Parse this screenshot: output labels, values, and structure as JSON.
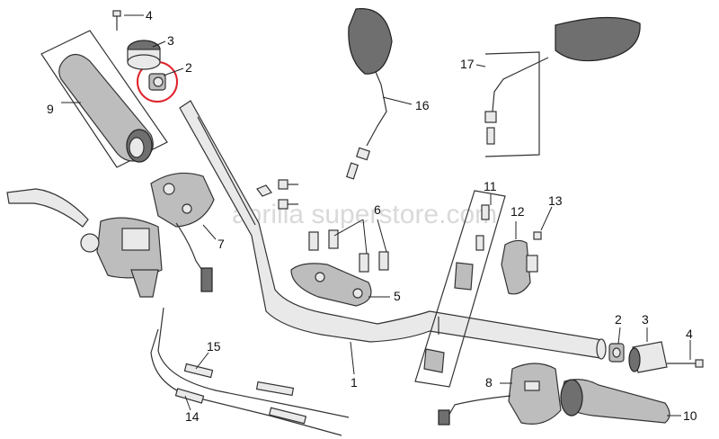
{
  "watermark": "aprilia superstore.com",
  "callouts": {
    "c1": "1",
    "c2_left": "2",
    "c2_right": "2",
    "c3_left": "3",
    "c3_right": "3",
    "c4_left": "4",
    "c4_right": "4",
    "c5": "5",
    "c6": "6",
    "c7": "7",
    "c8": "8",
    "c9": "9",
    "c10": "10",
    "c11": "11",
    "c12": "12",
    "c13": "13",
    "c14": "14",
    "c15": "15",
    "c16": "16",
    "c17": "17"
  },
  "highlight_color": "#e0212b"
}
